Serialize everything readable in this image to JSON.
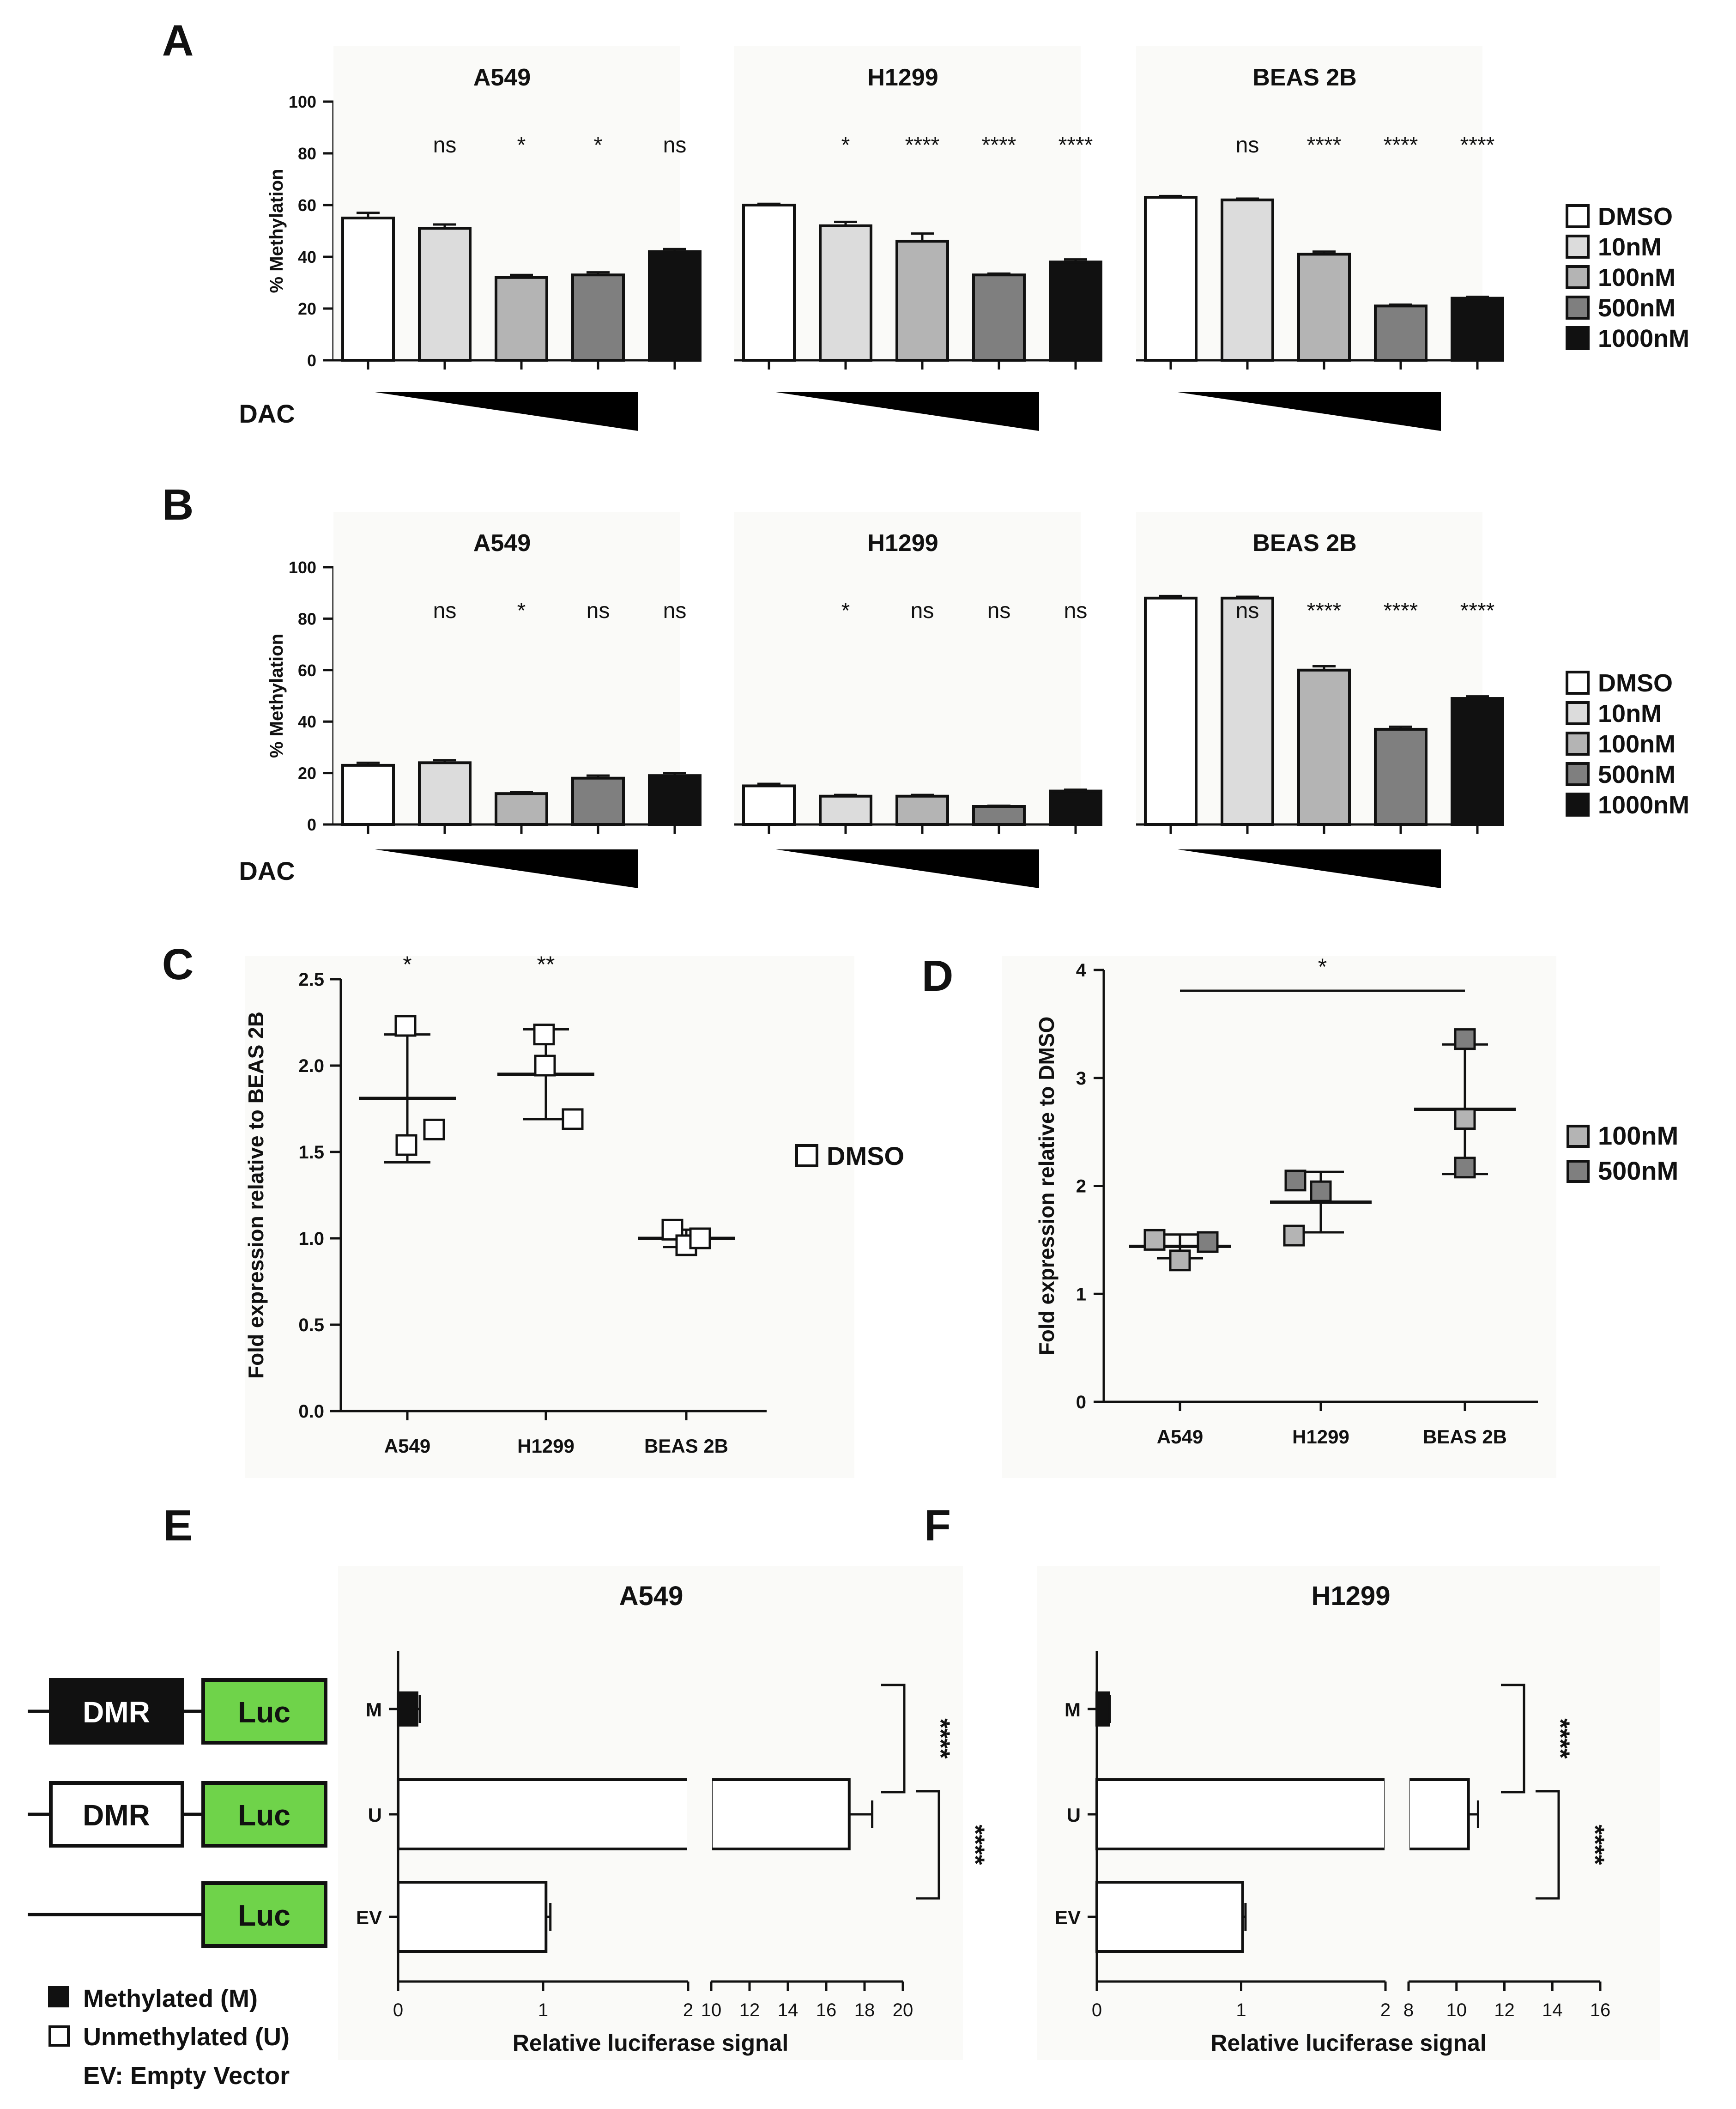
{
  "panel_letters": [
    "A",
    "B",
    "C",
    "D",
    "E",
    "F"
  ],
  "colors": {
    "DMSO": "#ffffff",
    "10nM": "#dcdcdc",
    "100nM": "#b4b4b4",
    "500nM": "#7f7f7f",
    "1000nM": "#111111",
    "luc_green": "#6fd34a",
    "panel_bg": "#fafaf8"
  },
  "chart_data": [
    {
      "panel": "A",
      "type": "bar",
      "ylabel": "% Methylation",
      "ylim": [
        0,
        100
      ],
      "yticks": [
        "0",
        "20",
        "40",
        "60",
        "80",
        "100"
      ],
      "treatment_label": "DAC",
      "legend": [
        "DMSO",
        "10nM",
        "100nM",
        "500nM",
        "1000nM"
      ],
      "legend_position": "right",
      "grid": false,
      "groups": [
        {
          "title": "A549",
          "values": [
            55,
            51,
            32,
            33,
            42
          ],
          "errors": [
            2,
            1.5,
            1,
            1,
            1
          ],
          "sig": [
            "",
            "ns",
            "*",
            "*",
            "ns"
          ]
        },
        {
          "title": "H1299",
          "values": [
            60,
            52,
            46,
            33,
            38
          ],
          "errors": [
            0.5,
            1.5,
            3,
            0.5,
            1
          ],
          "sig": [
            "",
            "*",
            "****",
            "****",
            "****"
          ]
        },
        {
          "title": "BEAS 2B",
          "values": [
            63,
            62,
            41,
            21,
            24
          ],
          "errors": [
            0.5,
            0.5,
            1,
            0.5,
            0.5
          ],
          "sig": [
            "",
            "ns",
            "****",
            "****",
            "****"
          ]
        }
      ]
    },
    {
      "panel": "B",
      "type": "bar",
      "ylabel": "% Methylation",
      "ylim": [
        0,
        100
      ],
      "yticks": [
        "0",
        "20",
        "40",
        "60",
        "80",
        "100"
      ],
      "treatment_label": "DAC",
      "legend": [
        "DMSO",
        "10nM",
        "100nM",
        "500nM",
        "1000nM"
      ],
      "legend_position": "right",
      "grid": false,
      "groups": [
        {
          "title": "A549",
          "values": [
            23,
            24,
            12,
            18,
            19
          ],
          "errors": [
            1,
            1,
            0.5,
            1,
            1
          ],
          "sig": [
            "",
            "ns",
            "*",
            "ns",
            "ns"
          ]
        },
        {
          "title": "H1299",
          "values": [
            15,
            11,
            11,
            7,
            13
          ],
          "errors": [
            0.8,
            0.5,
            0.5,
            0.3,
            0.5
          ],
          "sig": [
            "",
            "*",
            "ns",
            "ns",
            "ns"
          ]
        },
        {
          "title": "BEAS 2B",
          "values": [
            88,
            88,
            60,
            37,
            49
          ],
          "errors": [
            0.8,
            0.5,
            1.5,
            1,
            0.8
          ],
          "sig": [
            "",
            "ns",
            "****",
            "****",
            "****"
          ]
        }
      ]
    },
    {
      "panel": "C",
      "type": "scatter",
      "ylabel": "Fold expression relative to BEAS 2B",
      "ylim": [
        0,
        2.5
      ],
      "yticks": [
        "0.0",
        "0.5",
        "1.0",
        "1.5",
        "2.0",
        "2.5"
      ],
      "categories": [
        "A549",
        "H1299",
        "BEAS 2B"
      ],
      "legend": [
        "DMSO"
      ],
      "legend_position": "right",
      "grid": false,
      "series": [
        {
          "name": "DMSO",
          "points": [
            [
              2.23,
              1.54,
              1.63
            ],
            [
              2.18,
              2.0,
              1.69
            ],
            [
              1.05,
              0.96,
              1.0
            ]
          ],
          "mean": [
            1.81,
            1.95,
            1.0
          ],
          "sd": [
            0.37,
            0.26,
            0.05
          ]
        }
      ],
      "sig": [
        "*",
        "**",
        ""
      ]
    },
    {
      "panel": "D",
      "type": "scatter",
      "ylabel": "Fold expression relative to DMSO",
      "ylim": [
        0,
        4
      ],
      "yticks": [
        "0",
        "1",
        "2",
        "3",
        "4"
      ],
      "categories": [
        "A549",
        "H1299",
        "BEAS 2B"
      ],
      "legend": [
        "100nM",
        "500nM"
      ],
      "legend_position": "right",
      "grid": false,
      "series": [
        {
          "name": "100nM",
          "points": [
            [
              1.5,
              1.31
            ],
            [
              1.54
            ],
            [
              2.62
            ]
          ]
        },
        {
          "name": "500nM",
          "points": [
            [
              1.48
            ],
            [
              2.05,
              1.95
            ],
            [
              3.36,
              2.17
            ]
          ]
        }
      ],
      "summary": {
        "mean": [
          1.44,
          1.85,
          2.71
        ],
        "sd": [
          0.11,
          0.28,
          0.6
        ]
      },
      "bracket": {
        "from": "A549",
        "to": "BEAS 2B",
        "label": "*"
      }
    },
    {
      "panel": "E",
      "type": "bar",
      "orientation": "horizontal",
      "title": "A549",
      "xlabel": "Relative luciferase signal",
      "categories": [
        "M",
        "U",
        "EV"
      ],
      "values": [
        0.13,
        17.2,
        1.02
      ],
      "errors": [
        0.02,
        1.2,
        0.03
      ],
      "fills": [
        "#111111",
        "#ffffff",
        "#ffffff"
      ],
      "axis_break": {
        "seg1": [
          0,
          2
        ],
        "seg2": [
          10,
          20
        ]
      },
      "xticks_seg1": [
        "0",
        "1",
        "2"
      ],
      "xticks_seg2": [
        "10",
        "12",
        "14",
        "16",
        "18",
        "20"
      ],
      "brackets": [
        {
          "pair": [
            "M",
            "U"
          ],
          "label": "****"
        },
        {
          "pair": [
            "U",
            "EV"
          ],
          "label": "****"
        }
      ]
    },
    {
      "panel": "F",
      "type": "bar",
      "orientation": "horizontal",
      "title": "H1299",
      "xlabel": "Relative luciferase signal",
      "categories": [
        "M",
        "U",
        "EV"
      ],
      "values": [
        0.08,
        10.5,
        1.01
      ],
      "errors": [
        0.01,
        0.4,
        0.02
      ],
      "fills": [
        "#111111",
        "#ffffff",
        "#ffffff"
      ],
      "axis_break": {
        "seg1": [
          0,
          2
        ],
        "seg2": [
          8,
          16
        ]
      },
      "xticks_seg1": [
        "0",
        "1",
        "2"
      ],
      "xticks_seg2": [
        "8",
        "10",
        "12",
        "14",
        "16"
      ],
      "brackets": [
        {
          "pair": [
            "M",
            "U"
          ],
          "label": "****"
        },
        {
          "pair": [
            "U",
            "EV"
          ],
          "label": "****"
        }
      ]
    }
  ],
  "constructs": {
    "dmr_label": "DMR",
    "luc_label": "Luc",
    "legend": [
      "Methylated (M)",
      "Unmethylated (U)",
      "EV: Empty Vector"
    ]
  }
}
